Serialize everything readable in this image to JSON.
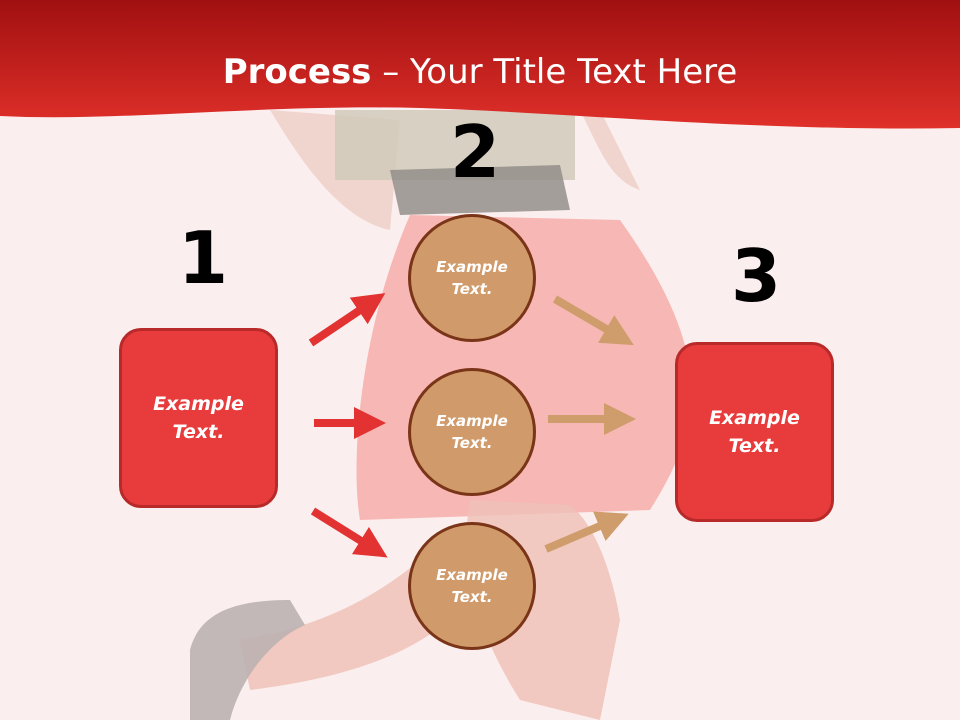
{
  "title": {
    "bold": "Process",
    "rest": " – Your Title Text Here"
  },
  "steps": [
    {
      "number": "1",
      "text": "Example Text."
    },
    {
      "number": "2",
      "items": [
        "Example Text.",
        "Example Text.",
        "Example Text."
      ]
    },
    {
      "number": "3",
      "text": "Example Text."
    }
  ],
  "colors": {
    "header_red": "#c81e1e",
    "box_fill": "#e83b3b",
    "box_border": "#b82a2a",
    "circle_fill": "#d09a6a",
    "circle_border": "#7a3518",
    "arrow_red": "#e23232",
    "arrow_tan": "#cf9c6c"
  }
}
